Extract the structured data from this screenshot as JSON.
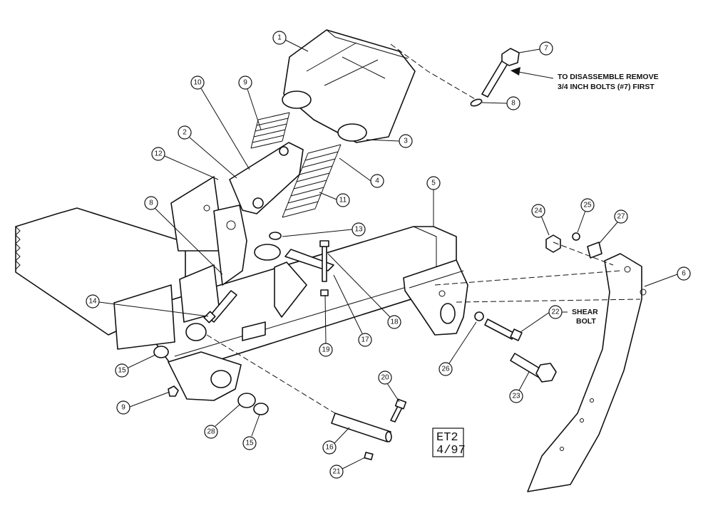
{
  "diagram": {
    "note": {
      "line1": "TO DISASSEMBLE REMOVE",
      "line2": "3/4 INCH BOLTS (#7) FIRST"
    },
    "shear_label": {
      "line1": "SHEAR",
      "line2": "BOLT"
    },
    "stamp": {
      "line1": "ET2",
      "line2": "4/97"
    },
    "callouts": [
      "1",
      "2",
      "3",
      "4",
      "5",
      "6",
      "7",
      "8",
      "9",
      "10",
      "11",
      "12",
      "13",
      "14",
      "15",
      "16",
      "17",
      "18",
      "19",
      "20",
      "21",
      "22",
      "23",
      "24",
      "25",
      "26",
      "27",
      "28"
    ]
  }
}
